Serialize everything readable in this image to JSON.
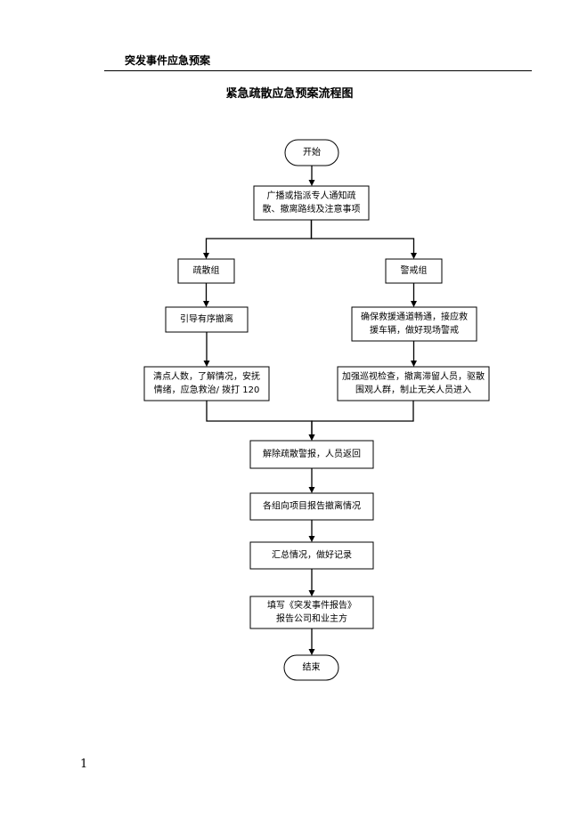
{
  "page": {
    "header": "突发事件应急预案",
    "title": "紧急疏散应急预案流程图",
    "page_number": "1"
  },
  "flowchart": {
    "nodes": {
      "start": {
        "shape": "terminal",
        "lines": [
          "开始"
        ]
      },
      "notify": {
        "shape": "process",
        "lines": [
          "广播或指派专人通知疏",
          "散、撤离路线及注意事项"
        ]
      },
      "evac_group": {
        "shape": "process",
        "lines": [
          "疏散组"
        ]
      },
      "guard_group": {
        "shape": "process",
        "lines": [
          "警戒组"
        ]
      },
      "guide": {
        "shape": "process",
        "lines": [
          "引导有序撤离"
        ]
      },
      "rescue_access": {
        "shape": "process",
        "lines": [
          "确保救援通道畅通，接应救",
          "援车辆，做好现场警戒"
        ]
      },
      "headcount": {
        "shape": "process",
        "lines": [
          "清点人数，了解情况，安抚",
          "情绪，应急救治/ 拨打 120"
        ]
      },
      "patrol": {
        "shape": "process",
        "lines": [
          "加强巡视检查，撤离滞留人员，驱散",
          "围观人群，制止无关人员进入"
        ]
      },
      "release": {
        "shape": "process",
        "lines": [
          "解除疏散警报，人员返回"
        ]
      },
      "report": {
        "shape": "process",
        "lines": [
          "各组向项目报告撤离情况"
        ]
      },
      "summary": {
        "shape": "process",
        "lines": [
          "汇总情况，做好记录"
        ]
      },
      "fill_report": {
        "shape": "process",
        "lines": [
          "填写《突发事件报告》",
          "报告公司和业主方"
        ]
      },
      "end": {
        "shape": "terminal",
        "lines": [
          "结束"
        ]
      }
    },
    "edges": [
      [
        "start",
        "notify"
      ],
      [
        "notify",
        "evac_group"
      ],
      [
        "notify",
        "guard_group"
      ],
      [
        "evac_group",
        "guide"
      ],
      [
        "guide",
        "headcount"
      ],
      [
        "guard_group",
        "rescue_access"
      ],
      [
        "rescue_access",
        "patrol"
      ],
      [
        "headcount",
        "release"
      ],
      [
        "patrol",
        "release"
      ],
      [
        "release",
        "report"
      ],
      [
        "report",
        "summary"
      ],
      [
        "summary",
        "fill_report"
      ],
      [
        "fill_report",
        "end"
      ]
    ]
  }
}
